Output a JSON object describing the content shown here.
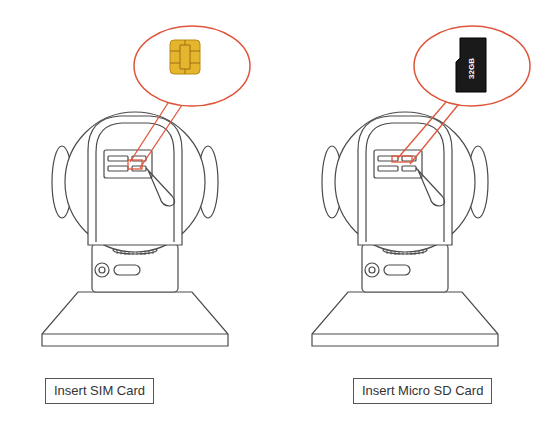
{
  "diagram": {
    "nodes": [
      {
        "text": [
          "Insert SIM Card"
        ]
      },
      {
        "text": [
          "Insert Micro SD Card"
        ]
      }
    ],
    "labels": [
      "32GB"
    ]
  }
}
